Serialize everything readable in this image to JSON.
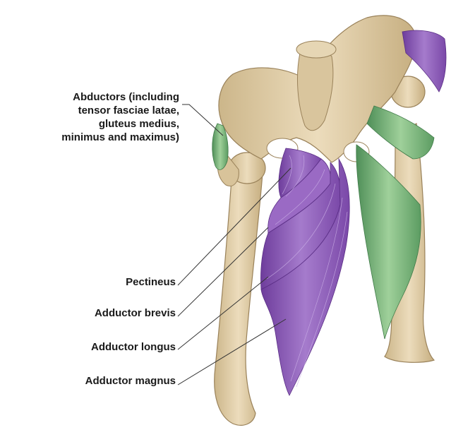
{
  "labels": {
    "abductors": {
      "line1": "Abductors (including",
      "line2": "tensor fasciae latae,",
      "line3": "gluteus medius,",
      "line4": "minimus and maximus)"
    },
    "pectineus": "Pectineus",
    "adductor_brevis": "Adductor brevis",
    "adductor_longus": "Adductor longus",
    "adductor_magnus": "Adductor magnus"
  },
  "colors": {
    "bone": "#e3d2ad",
    "bone_shadow": "#c8b083",
    "bone_outline": "#9a825a",
    "adductor_muscle": "#8e5ab8",
    "adductor_muscle_dark": "#6a3a94",
    "abductor_muscle": "#7ab87a",
    "abductor_muscle_dark": "#4f8f58",
    "leader_line": "#333333"
  }
}
